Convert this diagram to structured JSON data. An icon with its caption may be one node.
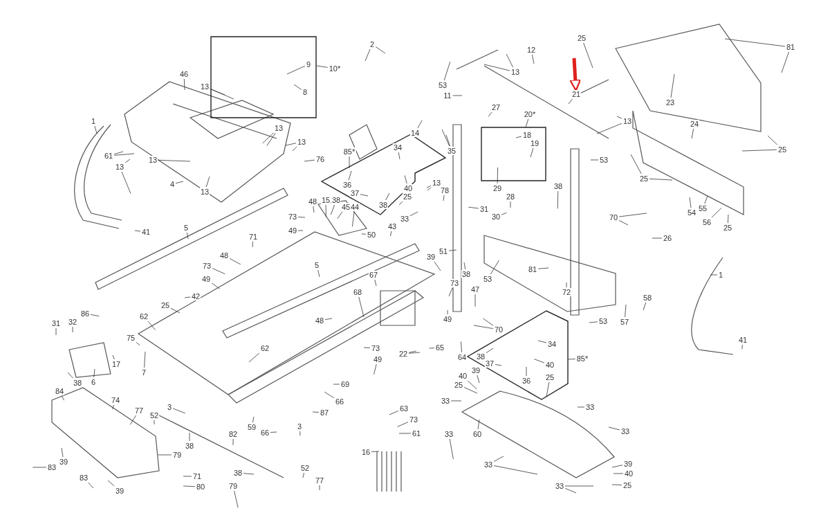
{
  "diagram": {
    "nodes": [
      {
        "text": [],
        "shape": "box"
      },
      {
        "text": [
          "9"
        ],
        "in": 0
      },
      {
        "text": [
          "8"
        ],
        "in": 0
      },
      {
        "text": [
          "10*"
        ]
      },
      {
        "text": [
          "46"
        ]
      },
      {
        "text": [
          "13"
        ]
      },
      {
        "text": [
          "1"
        ]
      },
      {
        "text": [
          "13"
        ]
      },
      {
        "text": [
          "61"
        ]
      },
      {
        "text": [
          "13"
        ]
      },
      {
        "text": [
          "13"
        ]
      },
      {
        "text": [
          "13"
        ]
      },
      {
        "text": [
          "76"
        ]
      },
      {
        "text": [
          "4"
        ]
      },
      {
        "text": [
          "13"
        ]
      },
      {
        "text": [
          "41"
        ]
      },
      {
        "text": [
          "5"
        ]
      },
      {
        "text": [
          "2"
        ]
      },
      {
        "text": [
          "53"
        ]
      },
      {
        "text": [
          "11"
        ]
      },
      {
        "text": [
          "12"
        ]
      },
      {
        "text": [
          "13"
        ]
      },
      {
        "text": [
          "25"
        ]
      },
      {
        "text": [
          "81"
        ]
      },
      {
        "text": [
          "23"
        ]
      },
      {
        "text": [
          "21"
        ]
      },
      {
        "text": [
          "27"
        ]
      },
      {
        "text": [
          "20*"
        ]
      },
      {
        "text": [],
        "shape": "box"
      },
      {
        "text": [
          "18"
        ],
        "in": 28
      },
      {
        "text": [
          "19"
        ],
        "in": 28
      },
      {
        "text": [
          "29"
        ]
      },
      {
        "text": [
          "14"
        ]
      },
      {
        "text": [
          "35"
        ]
      },
      {
        "text": [
          "13"
        ]
      },
      {
        "text": [
          "24"
        ]
      },
      {
        "text": [
          "25"
        ]
      },
      {
        "text": [
          "53"
        ]
      },
      {
        "text": [
          "85*"
        ]
      },
      {
        "text": [],
        "shape": "box"
      },
      {
        "text": [
          "34"
        ],
        "in": 39
      },
      {
        "text": [
          "36"
        ],
        "in": 39
      },
      {
        "text": [
          "37"
        ],
        "in": 39
      },
      {
        "text": [
          "40"
        ],
        "in": 39
      },
      {
        "text": [
          "25"
        ],
        "in": 39
      },
      {
        "text": [
          "38"
        ],
        "in": 39
      },
      {
        "text": [
          "13"
        ]
      },
      {
        "text": [
          "78"
        ]
      },
      {
        "text": [
          "48"
        ]
      },
      {
        "text": [
          "15"
        ]
      },
      {
        "text": [
          "38"
        ]
      },
      {
        "text": [
          "45"
        ]
      },
      {
        "text": [
          "44"
        ]
      },
      {
        "text": [
          "33"
        ]
      },
      {
        "text": [
          "43"
        ]
      },
      {
        "text": [
          "50"
        ]
      },
      {
        "text": [
          "73"
        ]
      },
      {
        "text": [
          "49"
        ]
      },
      {
        "text": [
          "71"
        ]
      },
      {
        "text": [
          "38"
        ]
      },
      {
        "text": [
          "31"
        ]
      },
      {
        "text": [
          "30"
        ]
      },
      {
        "text": [
          "28"
        ]
      },
      {
        "text": [
          "70"
        ]
      },
      {
        "text": [
          "54"
        ]
      },
      {
        "text": [
          "55"
        ]
      },
      {
        "text": [
          "56"
        ]
      },
      {
        "text": [
          "25"
        ]
      },
      {
        "text": [
          "26"
        ]
      },
      {
        "text": [
          "48"
        ]
      },
      {
        "text": [
          "73"
        ]
      },
      {
        "text": [
          "49"
        ]
      },
      {
        "text": [
          "5"
        ]
      },
      {
        "text": [
          "48"
        ]
      },
      {
        "text": [
          "51"
        ]
      },
      {
        "text": [
          "39"
        ]
      },
      {
        "text": [
          "38"
        ]
      },
      {
        "text": [
          "53"
        ]
      },
      {
        "text": [
          "81"
        ]
      },
      {
        "text": [
          "72"
        ]
      },
      {
        "text": [
          "67"
        ]
      },
      {
        "text": [
          "42"
        ]
      },
      {
        "text": [
          "25"
        ]
      },
      {
        "text": [
          "68"
        ]
      },
      {
        "text": [
          "73"
        ]
      },
      {
        "text": [
          "47"
        ]
      },
      {
        "text": [
          "49"
        ]
      },
      {
        "text": [
          "62"
        ]
      },
      {
        "text": [
          "31"
        ]
      },
      {
        "text": [
          "32"
        ]
      },
      {
        "text": [
          "86"
        ]
      },
      {
        "text": [
          "75"
        ]
      },
      {
        "text": [
          "7"
        ]
      },
      {
        "text": [
          "17"
        ]
      },
      {
        "text": [
          "38"
        ]
      },
      {
        "text": [
          "6"
        ]
      },
      {
        "text": [
          "62"
        ]
      },
      {
        "text": [
          "53"
        ]
      },
      {
        "text": [
          "57"
        ]
      },
      {
        "text": [
          "58"
        ]
      },
      {
        "text": [
          "1"
        ]
      },
      {
        "text": [
          "41"
        ]
      },
      {
        "text": [
          "70"
        ]
      },
      {
        "text": [
          "73"
        ]
      },
      {
        "text": [
          "49"
        ]
      },
      {
        "text": [
          "22"
        ]
      },
      {
        "text": [
          "65"
        ]
      },
      {
        "text": [
          "64"
        ]
      },
      {
        "text": [
          "85*"
        ]
      },
      {
        "text": [],
        "shape": "box"
      },
      {
        "text": [
          "34"
        ],
        "in": 109
      },
      {
        "text": [
          "38"
        ],
        "in": 109
      },
      {
        "text": [
          "37"
        ],
        "in": 109
      },
      {
        "text": [
          "40"
        ],
        "in": 109
      },
      {
        "text": [
          "36"
        ],
        "in": 109
      },
      {
        "text": [
          "25"
        ],
        "in": 109
      },
      {
        "text": [
          "40"
        ]
      },
      {
        "text": [
          "39"
        ]
      },
      {
        "text": [
          "25"
        ]
      },
      {
        "text": [
          "69"
        ]
      },
      {
        "text": [
          "33"
        ]
      },
      {
        "text": [
          "66"
        ]
      },
      {
        "text": [
          "33"
        ]
      },
      {
        "text": [
          "87"
        ]
      },
      {
        "text": [
          "84"
        ]
      },
      {
        "text": [
          "74"
        ]
      },
      {
        "text": [
          "77"
        ]
      },
      {
        "text": [
          "52"
        ]
      },
      {
        "text": [
          "3"
        ]
      },
      {
        "text": [
          "59"
        ]
      },
      {
        "text": [
          "66"
        ]
      },
      {
        "text": [
          "3"
        ]
      },
      {
        "text": [
          "82"
        ]
      },
      {
        "text": [
          "63"
        ]
      },
      {
        "text": [
          "73"
        ]
      },
      {
        "text": [
          "61"
        ]
      },
      {
        "text": [
          "33"
        ]
      },
      {
        "text": [
          "60"
        ]
      },
      {
        "text": [
          "33"
        ]
      },
      {
        "text": [
          "38"
        ]
      },
      {
        "text": [
          "79"
        ]
      },
      {
        "text": [
          "16"
        ]
      },
      {
        "text": [
          "83"
        ]
      },
      {
        "text": [
          "39"
        ]
      },
      {
        "text": [
          "33"
        ]
      },
      {
        "text": [
          "39"
        ]
      },
      {
        "text": [
          "40"
        ]
      },
      {
        "text": [
          "83"
        ]
      },
      {
        "text": [
          "39"
        ]
      },
      {
        "text": [
          "71"
        ]
      },
      {
        "text": [
          "80"
        ]
      },
      {
        "text": [
          "38"
        ]
      },
      {
        "text": [
          "79"
        ]
      },
      {
        "text": [
          "52"
        ]
      },
      {
        "text": [
          "77"
        ]
      },
      {
        "text": [
          "33"
        ]
      },
      {
        "text": [
          "25"
        ]
      },
      {
        "text": [
          "25"
        ]
      }
    ],
    "edges": [
      {
        "from": 1,
        "to": null,
        "arrow": "none"
      },
      {
        "from": 2,
        "to": null,
        "arrow": "none"
      },
      {
        "from": 3,
        "to": 0,
        "arrow": "none"
      },
      {
        "from": 4,
        "to": null,
        "arrow": "none"
      },
      {
        "from": 5,
        "to": null,
        "arrow": "none"
      },
      {
        "from": 5,
        "to": null,
        "arrow": "none"
      },
      {
        "from": 6,
        "to": null,
        "arrow": "none"
      },
      {
        "from": 7,
        "to": null,
        "arrow": "none"
      },
      {
        "from": 7,
        "to": null,
        "arrow": "none"
      },
      {
        "from": 8,
        "to": null,
        "arrow": "none"
      },
      {
        "from": 8,
        "to": null,
        "arrow": "none"
      },
      {
        "from": 9,
        "to": null,
        "arrow": "none"
      },
      {
        "from": 9,
        "to": null,
        "arrow": "none"
      },
      {
        "from": 10,
        "to": null,
        "arrow": "none"
      },
      {
        "from": 11,
        "to": null,
        "arrow": "none"
      },
      {
        "from": 11,
        "to": null,
        "arrow": "none"
      },
      {
        "from": 12,
        "to": null,
        "arrow": "none"
      },
      {
        "from": 13,
        "to": null,
        "arrow": "none"
      },
      {
        "from": 14,
        "to": null,
        "arrow": "none"
      },
      {
        "from": 15,
        "to": null,
        "arrow": "none"
      },
      {
        "from": 16,
        "to": null,
        "arrow": "none"
      },
      {
        "from": 17,
        "to": null,
        "arrow": "none"
      },
      {
        "from": 17,
        "to": null,
        "arrow": "none"
      },
      {
        "from": 18,
        "to": null,
        "arrow": "none"
      },
      {
        "from": 19,
        "to": null,
        "arrow": "none"
      },
      {
        "from": 20,
        "to": null,
        "arrow": "none"
      },
      {
        "from": 21,
        "to": null,
        "arrow": "none"
      },
      {
        "from": 21,
        "to": null,
        "arrow": "none"
      },
      {
        "from": 22,
        "to": null,
        "arrow": "none"
      },
      {
        "from": 23,
        "to": null,
        "arrow": "none"
      },
      {
        "from": 23,
        "to": null,
        "arrow": "none"
      },
      {
        "from": 24,
        "to": null,
        "arrow": "none"
      },
      {
        "from": 25,
        "to": null,
        "arrow": "none"
      },
      {
        "from": 26,
        "to": null,
        "arrow": "none"
      },
      {
        "from": 27,
        "to": 28,
        "arrow": "none"
      },
      {
        "from": 29,
        "to": null,
        "arrow": "none"
      },
      {
        "from": 30,
        "to": null,
        "arrow": "none"
      },
      {
        "from": 31,
        "to": null,
        "arrow": "none"
      },
      {
        "from": 32,
        "to": null,
        "arrow": "none"
      },
      {
        "from": 33,
        "to": null,
        "arrow": "none"
      },
      {
        "from": 33,
        "to": null,
        "arrow": "none"
      },
      {
        "from": 34,
        "to": null,
        "arrow": "none"
      },
      {
        "from": 34,
        "to": null,
        "arrow": "none"
      },
      {
        "from": 35,
        "to": null,
        "arrow": "none"
      },
      {
        "from": 36,
        "to": null,
        "arrow": "none"
      },
      {
        "from": 36,
        "to": null,
        "arrow": "none"
      },
      {
        "from": 37,
        "to": null,
        "arrow": "none"
      },
      {
        "from": 38,
        "to": 39,
        "arrow": "none"
      },
      {
        "from": 40,
        "to": null,
        "arrow": "none"
      },
      {
        "from": 41,
        "to": null,
        "arrow": "none"
      },
      {
        "from": 42,
        "to": null,
        "arrow": "none"
      },
      {
        "from": 43,
        "to": null,
        "arrow": "none"
      },
      {
        "from": 44,
        "to": null,
        "arrow": "none"
      },
      {
        "from": 45,
        "to": null,
        "arrow": "none"
      },
      {
        "from": 46,
        "to": null,
        "arrow": "none"
      },
      {
        "from": 46,
        "to": null,
        "arrow": "none"
      },
      {
        "from": 47,
        "to": null,
        "arrow": "none"
      },
      {
        "from": 48,
        "to": null,
        "arrow": "none"
      },
      {
        "from": 49,
        "to": null,
        "arrow": "none"
      },
      {
        "from": 50,
        "to": null,
        "arrow": "none"
      },
      {
        "from": 51,
        "to": null,
        "arrow": "none"
      },
      {
        "from": 52,
        "to": null,
        "arrow": "none"
      },
      {
        "from": 53,
        "to": null,
        "arrow": "none"
      },
      {
        "from": 54,
        "to": null,
        "arrow": "none"
      },
      {
        "from": 55,
        "to": null,
        "arrow": "none"
      },
      {
        "from": 56,
        "to": null,
        "arrow": "none"
      },
      {
        "from": 57,
        "to": null,
        "arrow": "none"
      },
      {
        "from": 58,
        "to": null,
        "arrow": "none"
      },
      {
        "from": 59,
        "to": null,
        "arrow": "none"
      },
      {
        "from": 60,
        "to": null,
        "arrow": "none"
      },
      {
        "from": 61,
        "to": null,
        "arrow": "none"
      },
      {
        "from": 62,
        "to": null,
        "arrow": "none"
      },
      {
        "from": 63,
        "to": null,
        "arrow": "none"
      },
      {
        "from": 63,
        "to": null,
        "arrow": "none"
      },
      {
        "from": 64,
        "to": null,
        "arrow": "none"
      },
      {
        "from": 65,
        "to": null,
        "arrow": "none"
      },
      {
        "from": 66,
        "to": null,
        "arrow": "none"
      },
      {
        "from": 67,
        "to": null,
        "arrow": "none"
      },
      {
        "from": 68,
        "to": null,
        "arrow": "none"
      },
      {
        "from": 69,
        "to": null,
        "arrow": "none"
      },
      {
        "from": 70,
        "to": null,
        "arrow": "none"
      },
      {
        "from": 71,
        "to": null,
        "arrow": "none"
      },
      {
        "from": 72,
        "to": null,
        "arrow": "none"
      },
      {
        "from": 73,
        "to": null,
        "arrow": "none"
      },
      {
        "from": 74,
        "to": null,
        "arrow": "none"
      },
      {
        "from": 75,
        "to": null,
        "arrow": "none"
      },
      {
        "from": 76,
        "to": null,
        "arrow": "none"
      },
      {
        "from": 77,
        "to": null,
        "arrow": "none"
      },
      {
        "from": 78,
        "to": null,
        "arrow": "none"
      },
      {
        "from": 79,
        "to": null,
        "arrow": "none"
      },
      {
        "from": 80,
        "to": null,
        "arrow": "none"
      },
      {
        "from": 81,
        "to": null,
        "arrow": "none"
      },
      {
        "from": 82,
        "to": null,
        "arrow": "none"
      },
      {
        "from": 83,
        "to": null,
        "arrow": "none"
      },
      {
        "from": 84,
        "to": null,
        "arrow": "none"
      },
      {
        "from": 85,
        "to": null,
        "arrow": "none"
      },
      {
        "from": 86,
        "to": null,
        "arrow": "none"
      },
      {
        "from": 87,
        "to": null,
        "arrow": "none"
      },
      {
        "from": 88,
        "to": null,
        "arrow": "none"
      },
      {
        "from": 89,
        "to": null,
        "arrow": "none"
      },
      {
        "from": 90,
        "to": null,
        "arrow": "none"
      },
      {
        "from": 91,
        "to": null,
        "arrow": "none"
      },
      {
        "from": 92,
        "to": null,
        "arrow": "none"
      },
      {
        "from": 93,
        "to": null,
        "arrow": "none"
      },
      {
        "from": 94,
        "to": null,
        "arrow": "none"
      },
      {
        "from": 95,
        "to": null,
        "arrow": "none"
      },
      {
        "from": 96,
        "to": null,
        "arrow": "none"
      },
      {
        "from": 97,
        "to": null,
        "arrow": "none"
      },
      {
        "from": 98,
        "to": null,
        "arrow": "none"
      },
      {
        "from": 99,
        "to": null,
        "arrow": "none"
      },
      {
        "from": 100,
        "to": null,
        "arrow": "none"
      },
      {
        "from": 101,
        "to": null,
        "arrow": "none"
      },
      {
        "from": 102,
        "to": null,
        "arrow": "none"
      },
      {
        "from": 102,
        "to": null,
        "arrow": "none"
      },
      {
        "from": 103,
        "to": null,
        "arrow": "none"
      },
      {
        "from": 104,
        "to": null,
        "arrow": "none"
      },
      {
        "from": 105,
        "to": null,
        "arrow": "none"
      },
      {
        "from": 105,
        "to": null,
        "arrow": "none"
      },
      {
        "from": 106,
        "to": null,
        "arrow": "none"
      },
      {
        "from": 107,
        "to": null,
        "arrow": "none"
      },
      {
        "from": 108,
        "to": 109,
        "arrow": "none"
      },
      {
        "from": 110,
        "to": null,
        "arrow": "none"
      },
      {
        "from": 111,
        "to": null,
        "arrow": "none"
      },
      {
        "from": 112,
        "to": null,
        "arrow": "none"
      },
      {
        "from": 113,
        "to": null,
        "arrow": "none"
      },
      {
        "from": 114,
        "to": null,
        "arrow": "none"
      },
      {
        "from": 115,
        "to": null,
        "arrow": "none"
      },
      {
        "from": 116,
        "to": null,
        "arrow": "none"
      },
      {
        "from": 117,
        "to": null,
        "arrow": "none"
      },
      {
        "from": 118,
        "to": null,
        "arrow": "none"
      },
      {
        "from": 119,
        "to": null,
        "arrow": "none"
      },
      {
        "from": 120,
        "to": null,
        "arrow": "none"
      },
      {
        "from": 121,
        "to": null,
        "arrow": "none"
      },
      {
        "from": 122,
        "to": null,
        "arrow": "none"
      },
      {
        "from": 123,
        "to": null,
        "arrow": "none"
      },
      {
        "from": 124,
        "to": null,
        "arrow": "none"
      },
      {
        "from": 125,
        "to": null,
        "arrow": "none"
      },
      {
        "from": 126,
        "to": null,
        "arrow": "none"
      },
      {
        "from": 127,
        "to": null,
        "arrow": "none"
      },
      {
        "from": 128,
        "to": null,
        "arrow": "none"
      },
      {
        "from": 129,
        "to": null,
        "arrow": "none"
      },
      {
        "from": 130,
        "to": null,
        "arrow": "none"
      },
      {
        "from": 131,
        "to": null,
        "arrow": "none"
      },
      {
        "from": 132,
        "to": null,
        "arrow": "none"
      },
      {
        "from": 133,
        "to": null,
        "arrow": "none"
      },
      {
        "from": 134,
        "to": null,
        "arrow": "none"
      },
      {
        "from": 135,
        "to": null,
        "arrow": "none"
      },
      {
        "from": 136,
        "to": null,
        "arrow": "none"
      },
      {
        "from": 137,
        "to": null,
        "arrow": "none"
      },
      {
        "from": 138,
        "to": null,
        "arrow": "none"
      },
      {
        "from": 139,
        "to": null,
        "arrow": "none"
      },
      {
        "from": 140,
        "to": null,
        "arrow": "none"
      },
      {
        "from": 141,
        "to": null,
        "arrow": "none"
      },
      {
        "from": 142,
        "to": null,
        "arrow": "none"
      },
      {
        "from": 143,
        "to": null,
        "arrow": "none"
      },
      {
        "from": 144,
        "to": null,
        "arrow": "none"
      },
      {
        "from": 144,
        "to": null,
        "arrow": "none"
      },
      {
        "from": 145,
        "to": null,
        "arrow": "none"
      },
      {
        "from": 146,
        "to": null,
        "arrow": "none"
      },
      {
        "from": 147,
        "to": null,
        "arrow": "none"
      },
      {
        "from": 148,
        "to": null,
        "arrow": "none"
      },
      {
        "from": 149,
        "to": null,
        "arrow": "none"
      },
      {
        "from": 150,
        "to": null,
        "arrow": "none"
      },
      {
        "from": 151,
        "to": null,
        "arrow": "none"
      },
      {
        "from": 152,
        "to": null,
        "arrow": "none"
      },
      {
        "from": 153,
        "to": null,
        "arrow": "none"
      },
      {
        "from": 154,
        "to": null,
        "arrow": "none"
      },
      {
        "from": 155,
        "to": null,
        "arrow": "none"
      },
      {
        "from": 155,
        "to": null,
        "arrow": "none"
      },
      {
        "from": 156,
        "to": null,
        "arrow": "none"
      },
      {
        "from": 157,
        "to": null,
        "arrow": "none"
      },
      {
        "from": 157,
        "to": null,
        "arrow": "none"
      },
      {
        "from": null,
        "to": 25,
        "arrow": "to",
        "style": "thick",
        "color": "#e0201c"
      }
    ]
  }
}
